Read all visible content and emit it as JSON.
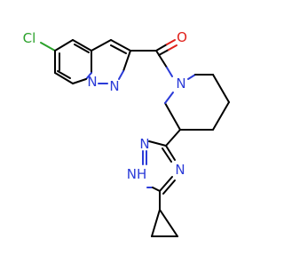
{
  "molecule": {
    "atom_labels": {
      "chlorine": "Cl",
      "oxygen": "O",
      "n_bridgehead": "N",
      "n_pyrazole": "N",
      "n_piperidine": "N",
      "n_triazole_top": "N",
      "nh_triazole": "NH",
      "n_triazole_right": "N"
    },
    "colors": {
      "carbon_bond": "#000000",
      "nitrogen": "#2b3bd8",
      "oxygen": "#e0201a",
      "chlorine": "#2aa12a"
    }
  }
}
